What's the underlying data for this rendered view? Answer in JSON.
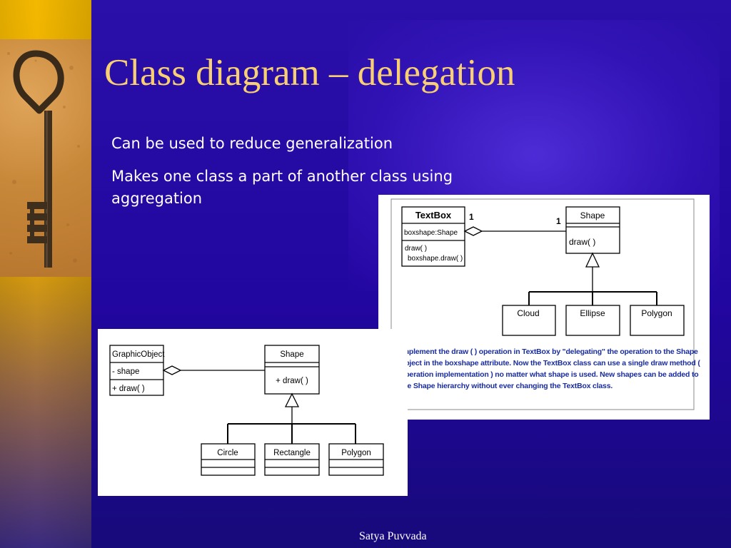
{
  "slide": {
    "title": "Class diagram – delegation",
    "bullets": [
      "Can be used to reduce generalization",
      "Makes one class a part of another class using aggregation"
    ],
    "footer": "Satya Puvvada",
    "colors": {
      "background": "#2206a0",
      "title": "#f8cf72",
      "left_bar": "#f3b800",
      "description_text": "#1a2d9c"
    }
  },
  "diagram_right": {
    "textbox": {
      "name": "TextBox",
      "attribute": "boxshape:Shape",
      "op_1": "draw( )",
      "op_2": "boxshape.draw( )"
    },
    "multiplicity_left": "1",
    "multiplicity_right": "1",
    "shape": {
      "name": "Shape",
      "op": "draw( )"
    },
    "subclasses": [
      "Cloud",
      "Ellipse",
      "Polygon"
    ],
    "description": "Implement the draw ( ) operation in TextBox by \"delegating\" the operation to the Shape object in the boxshape attribute. Now the TextBox class can use a single draw method ( operation implementation ) no matter what shape is used. New shapes can be added to the Shape hierarchy without ever changing the TextBox class."
  },
  "diagram_left": {
    "graphic_object": {
      "name": "GraphicObject",
      "attribute": "- shape",
      "op": "+ draw( )"
    },
    "shape": {
      "name": "Shape",
      "op": "+ draw( )"
    },
    "subclasses": [
      "Circle",
      "Rectangle",
      "Polygon"
    ]
  }
}
